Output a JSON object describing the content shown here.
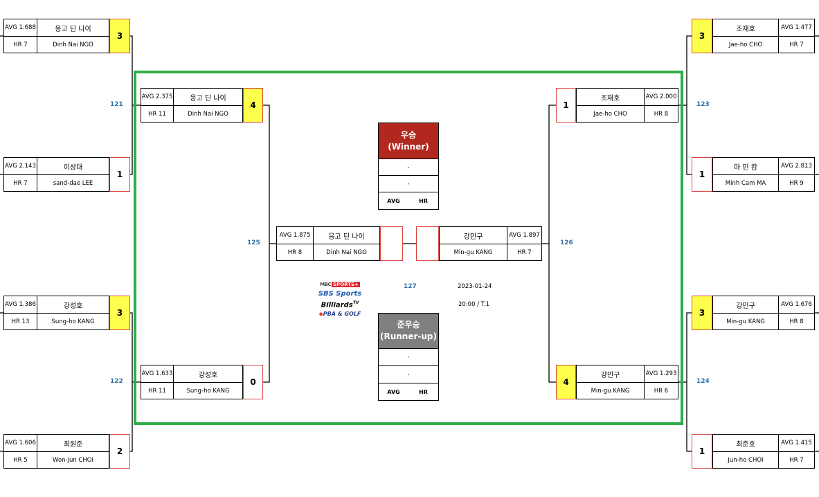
{
  "brand_color_frame": "#2eae4a",
  "brand_color_score_border": "#d9453f",
  "winner_color_score": "#ffff4d",
  "match_numbers": {
    "m121": "121",
    "m122": "122",
    "m123": "123",
    "m124": "124",
    "m125": "125",
    "m126": "126",
    "m127": "127"
  },
  "round1_left": [
    {
      "avg": "AVG 1.688",
      "hr": "HR 7",
      "name_kr": "응고 딘 나이",
      "name_en": "Dinh Nai NGO",
      "score": "3"
    },
    {
      "avg": "AVG 2.143",
      "hr": "HR 7",
      "name_kr": "이상대",
      "name_en": "sand-dae LEE",
      "score": "1"
    },
    {
      "avg": "AVG 1.386",
      "hr": "HR 13",
      "name_kr": "강성호",
      "name_en": "Sung-ho KANG",
      "score": "3"
    },
    {
      "avg": "AVG 1.606",
      "hr": "HR 5",
      "name_kr": "최원준",
      "name_en": "Won-jun CHOI",
      "score": "2"
    }
  ],
  "round1_right": [
    {
      "avg": "AVG 1.477",
      "hr": "HR 7",
      "name_kr": "조재호",
      "name_en": "Jae-ho CHO",
      "score": "3"
    },
    {
      "avg": "AVG 2.813",
      "hr": "HR 9",
      "name_kr": "마 민 캄",
      "name_en": "Minh Cam MA",
      "score": "1"
    },
    {
      "avg": "AVG 1.676",
      "hr": "HR 8",
      "name_kr": "강민구",
      "name_en": "Min-gu KANG",
      "score": "3"
    },
    {
      "avg": "AVG 1.415",
      "hr": "HR 7",
      "name_kr": "최준호",
      "name_en": "Jun-ho CHOI",
      "score": "1"
    }
  ],
  "round2_left": [
    {
      "avg": "AVG 2.375",
      "hr": "HR 11",
      "name_kr": "응고 딘 나이",
      "name_en": "Dinh Nai NGO",
      "score": "4"
    },
    {
      "avg": "AVG 1.633",
      "hr": "HR 11",
      "name_kr": "강성호",
      "name_en": "Sung-ho KANG",
      "score": "0"
    }
  ],
  "round2_right": [
    {
      "avg": "AVG 2.000",
      "hr": "HR 8",
      "name_kr": "조재호",
      "name_en": "Jae-ho CHO",
      "score": "1"
    },
    {
      "avg": "AVG 1.293",
      "hr": "HR 6",
      "name_kr": "강민구",
      "name_en": "Min-gu KANG",
      "score": "4"
    }
  ],
  "final_left": {
    "avg": "AVG 1.875",
    "hr": "HR 8",
    "name_kr": "응고 딘 나이",
    "name_en": "Dinh Nai NGO",
    "score": ""
  },
  "final_right": {
    "avg": "AVG 1.897",
    "hr": "HR 7",
    "name_kr": "강민구",
    "name_en": "Min-gu KANG",
    "score": ""
  },
  "winner_box": {
    "title": "우승",
    "subtitle": "(Winner)",
    "name_kr": "-",
    "name_en": "-",
    "avg_label": "AVG",
    "hr_label": "HR",
    "color": "#b3281e"
  },
  "runnerup_box": {
    "title": "준우승",
    "subtitle": "(Runner-up)",
    "name_kr": "-",
    "name_en": "-",
    "avg_label": "AVG",
    "hr_label": "HR",
    "color": "#7f7f7f"
  },
  "match_info": {
    "date": "2023-01-24",
    "time_table": "20:00 / T.1"
  },
  "logos": {
    "mbc": "MBC SPORTS+",
    "sbs": "SBS Sports",
    "billiards": "Billiards",
    "billiards_sup": "TV",
    "pba": "PBA & GOLF"
  }
}
